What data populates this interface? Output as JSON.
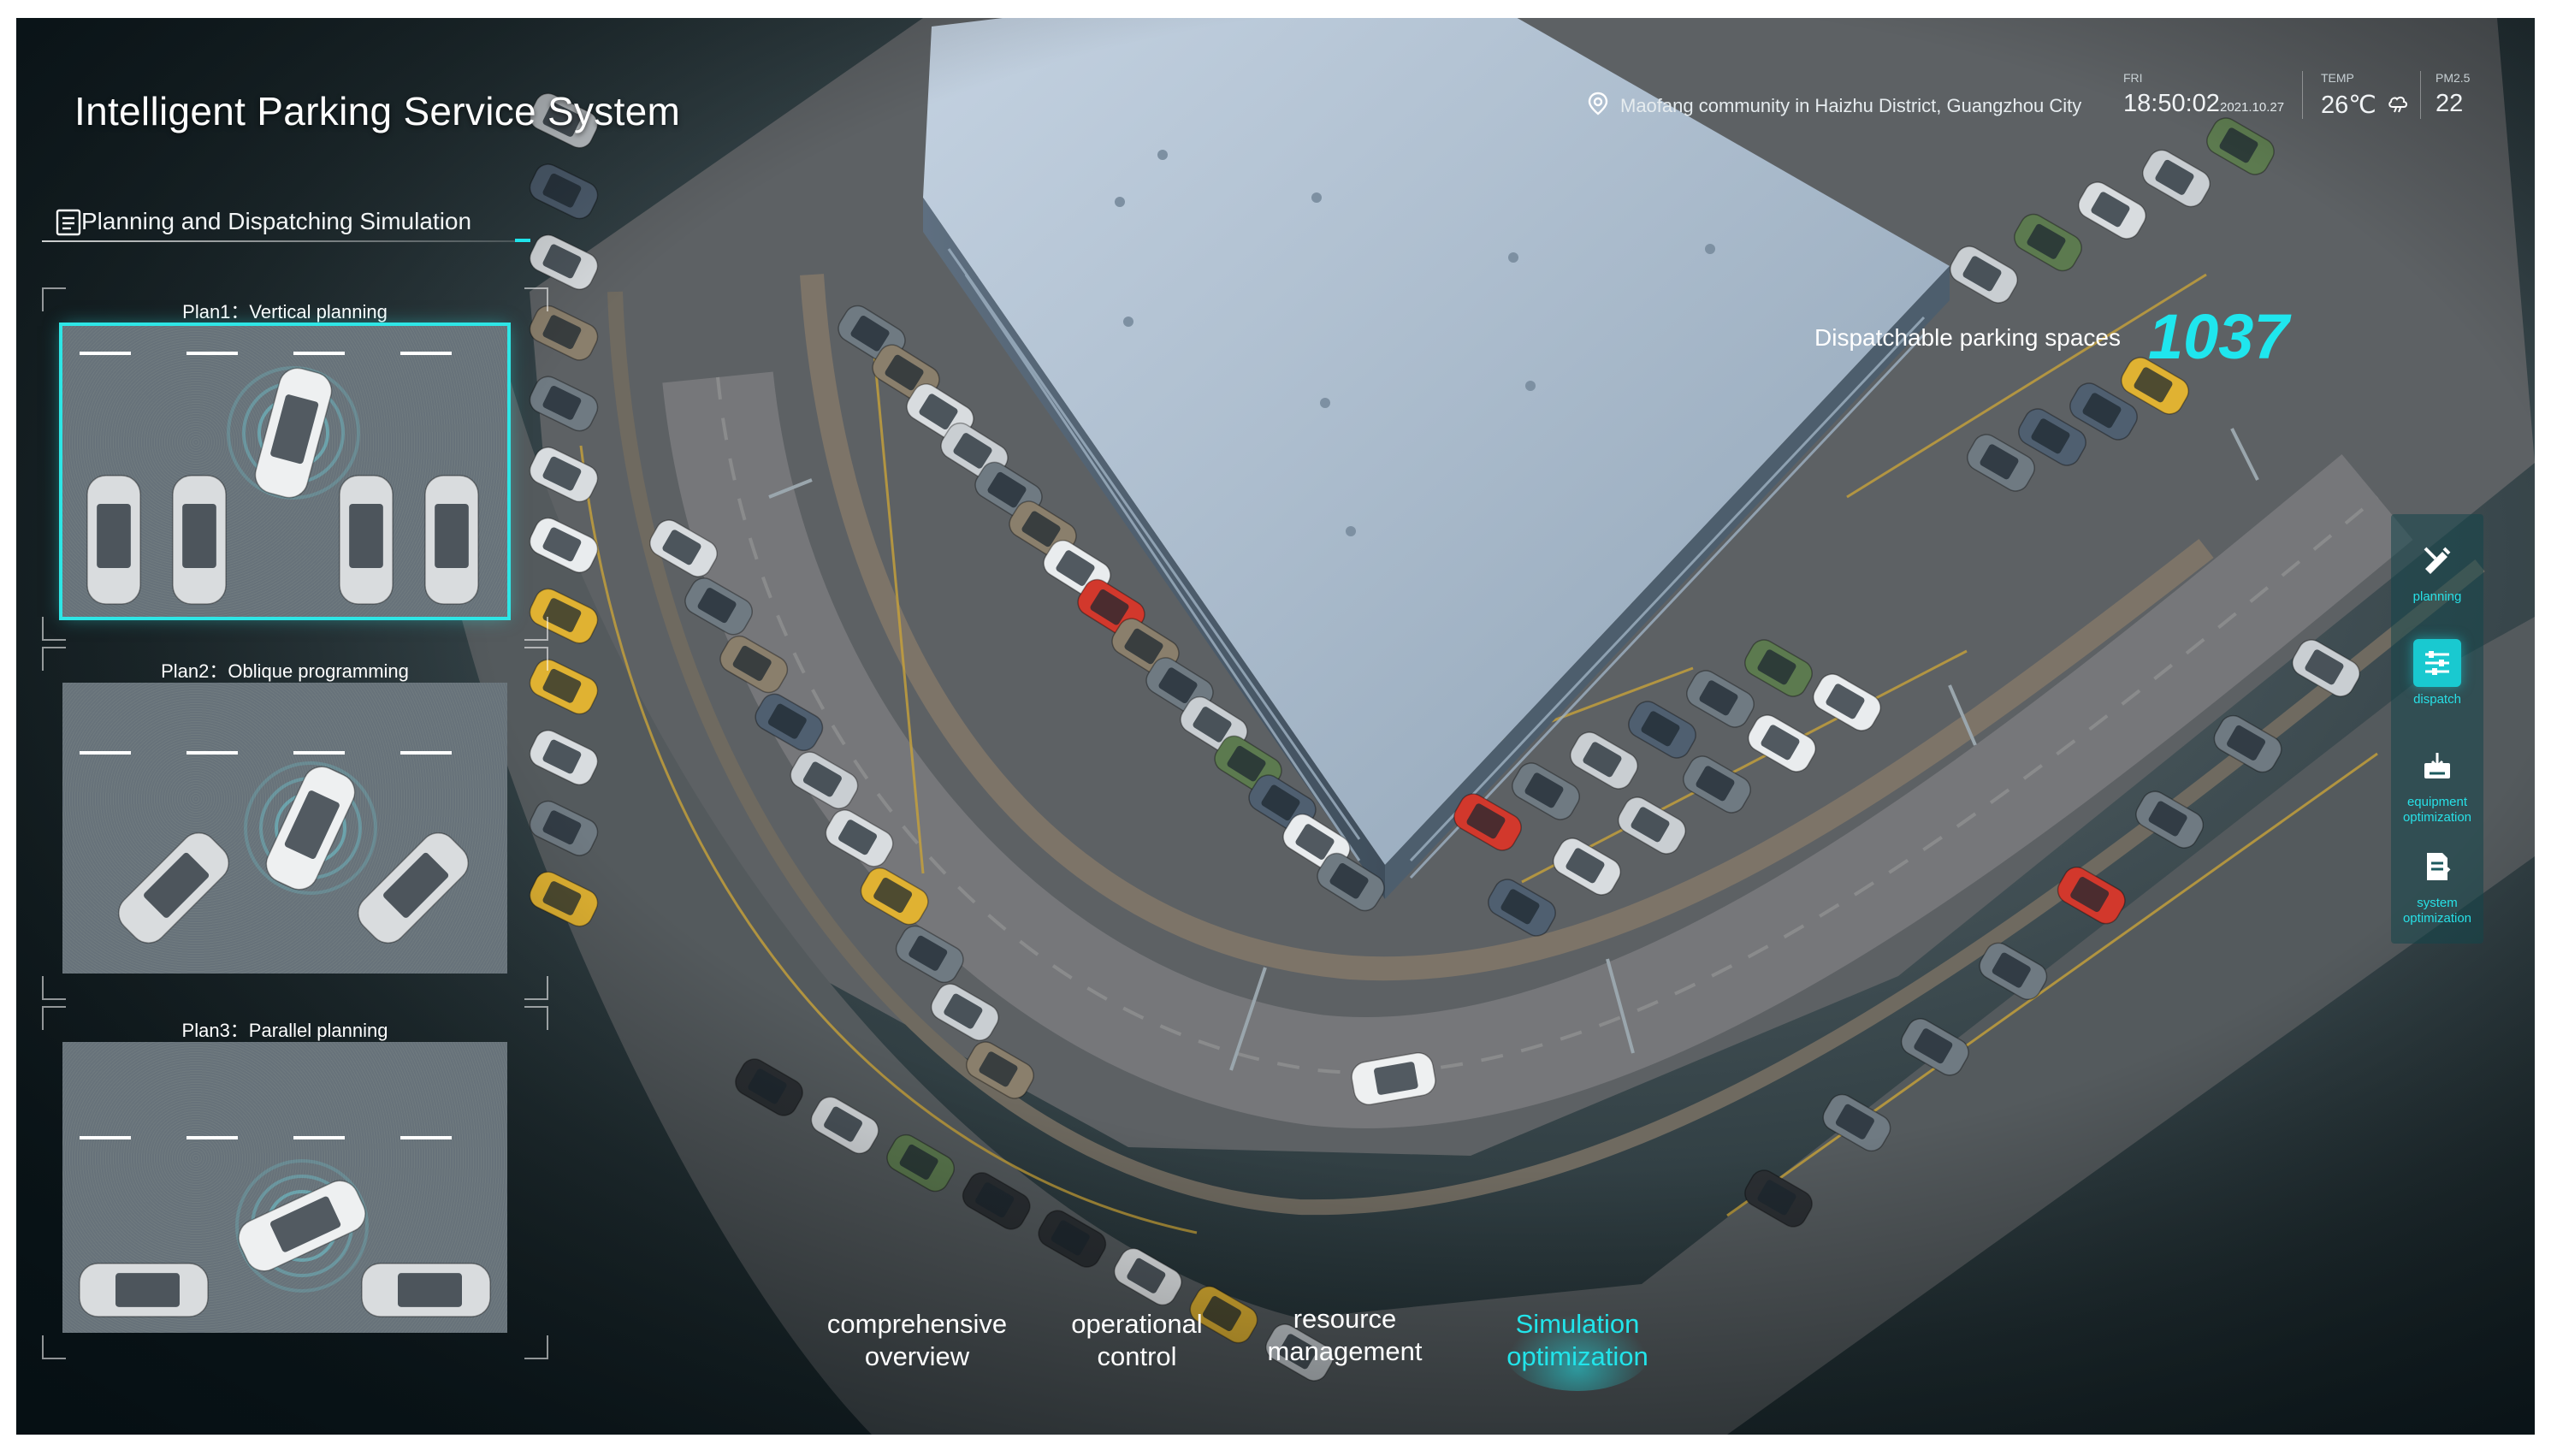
{
  "header": {
    "title": "Intelligent Parking Service System",
    "location": "Maofang community in Haizhu District, Guangzhou City",
    "day": "FRI",
    "time": "18:50:02",
    "date": "2021.10.27",
    "temp_label": "TEMP",
    "temp": "26℃",
    "pm_label": "PM2.5",
    "pm_value": "22",
    "location_icon": "location-pin-icon",
    "weather_icon": "cloudy-rain-icon"
  },
  "panel": {
    "title": "Planning and Dispatching Simulation",
    "title_icon": "list-doc-icon",
    "plans": [
      {
        "label": "Plan1：Vertical planning"
      },
      {
        "label": "Plan2：Oblique programming"
      },
      {
        "label": "Plan3：Parallel planning"
      }
    ]
  },
  "dispatch": {
    "label": "Dispatchable parking spaces",
    "value": "1037"
  },
  "side_nav": {
    "items": [
      {
        "label": "planning",
        "icon": "planning-tool-icon"
      },
      {
        "label": "dispatch",
        "icon": "sliders-icon"
      },
      {
        "label": "equipment optimization",
        "icon": "equipment-box-icon"
      },
      {
        "label": "system optimization",
        "icon": "system-doc-icon"
      }
    ]
  },
  "bottom_nav": {
    "items": [
      {
        "label": "comprehensive overview"
      },
      {
        "label": "operational control"
      },
      {
        "label": "resource management"
      },
      {
        "label": "Simulation optimization"
      }
    ]
  },
  "colors": {
    "accent": "#1fe6ee",
    "panel_bg": "#0f1b1f",
    "road": "#6b6b68",
    "building": "#aab9c9",
    "parking_line": "#c8a23a"
  }
}
